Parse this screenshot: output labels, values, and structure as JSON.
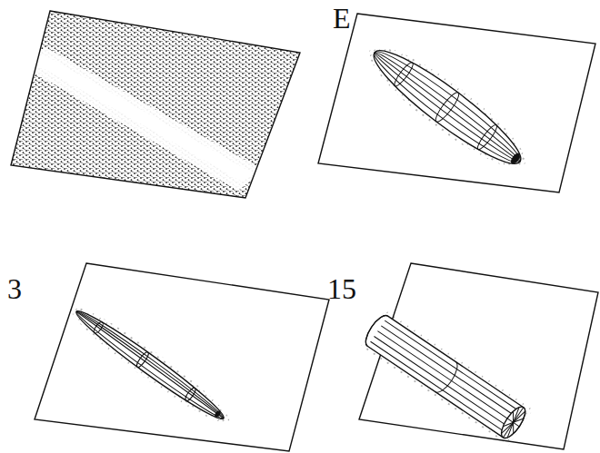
{
  "diagram": {
    "labels": [
      "E",
      "3",
      "15"
    ]
  }
}
